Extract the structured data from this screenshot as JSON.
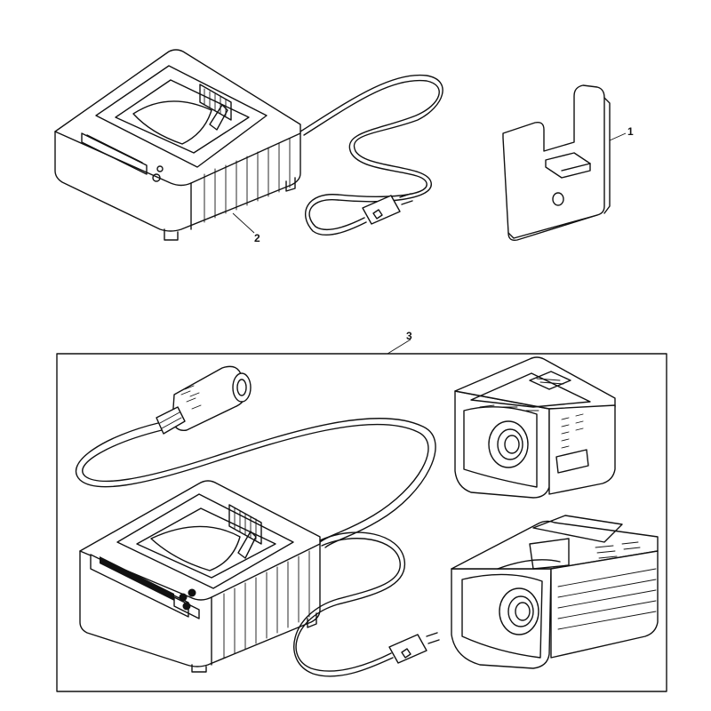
{
  "callouts": {
    "one": "1",
    "two": "2",
    "three": "3"
  },
  "colors": {
    "ink": "#111111",
    "background": "#ffffff"
  }
}
